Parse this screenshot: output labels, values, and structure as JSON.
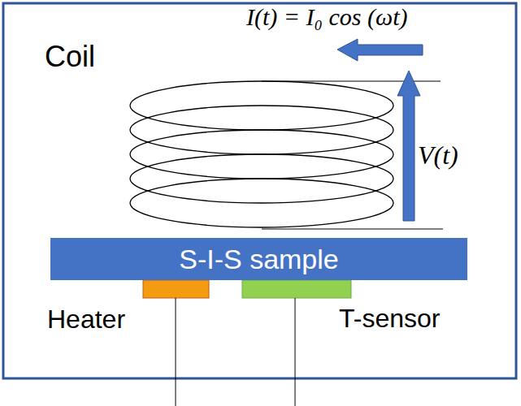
{
  "diagram": {
    "nodes": [
      {
        "text": [
          "S-I-S sample"
        ]
      }
    ],
    "labels": [
      "Coil",
      "I(t) = I₀ cos (ωt)",
      "V(t)",
      "Heater",
      "T-sensor"
    ]
  }
}
